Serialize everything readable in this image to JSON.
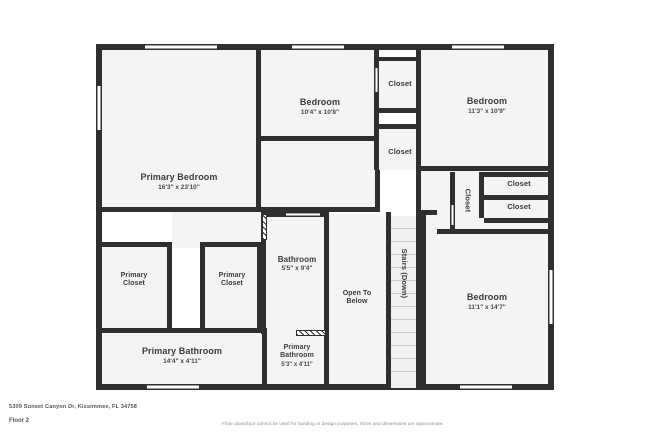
{
  "document": {
    "type": "floor-plan",
    "address": "5309 Sunset Canyon Dr, Kissimmee, FL 34758",
    "floor_label": "Floor 2",
    "disclaimer": "Floor plans/tour cannot be used for building or design purposes. Sizes and dimensions are approximate."
  },
  "colors": {
    "wall": "#2f2f2f",
    "room_fill": "#f4f4f4",
    "stair_fill": "#f0f0f0",
    "label_text": "#3b3b3b",
    "footer_text": "#555555",
    "disclaimer_text": "#8a8a8a",
    "background": "#ffffff"
  },
  "rooms": [
    {
      "id": "primary-bedroom",
      "name": "Primary Bedroom",
      "dimensions": "16'3\" x 23'10\""
    },
    {
      "id": "bedroom-2",
      "name": "Bedroom",
      "dimensions": "10'4\" x 10'8\""
    },
    {
      "id": "bedroom-3",
      "name": "Bedroom",
      "dimensions": "11'3\" x 10'9\""
    },
    {
      "id": "bedroom-4",
      "name": "Bedroom",
      "dimensions": "11'1\" x 14'7\""
    },
    {
      "id": "bathroom",
      "name": "Bathroom",
      "dimensions": "5'5\" x 9'4\""
    },
    {
      "id": "primary-bathroom",
      "name": "Primary Bathroom",
      "dimensions": "14'4\" x 4'11\""
    },
    {
      "id": "primary-bathroom-2",
      "name": "Primary Bathroom",
      "dimensions": "5'3\" x 4'11\""
    }
  ],
  "closets": [
    {
      "id": "closet-bedroom2-upper",
      "name": "Closet"
    },
    {
      "id": "closet-bedroom2-lower",
      "name": "Closet"
    },
    {
      "id": "closet-vertical",
      "name": "Closet"
    },
    {
      "id": "closet-right-upper",
      "name": "Closet"
    },
    {
      "id": "closet-right-lower",
      "name": "Closet"
    },
    {
      "id": "primary-closet-1",
      "name": "Primary Closet",
      "line1": "Primary",
      "line2": "Closet"
    },
    {
      "id": "primary-closet-2",
      "name": "Primary Closet",
      "line1": "Primary",
      "line2": "Closet"
    }
  ],
  "features": {
    "open_to_below": {
      "line1": "Open To",
      "line2": "Below"
    },
    "stairs": {
      "label": "Stairs (Down)"
    }
  },
  "primary_bathroom_2_lines": {
    "line1": "Primary",
    "line2": "Bathroom"
  }
}
